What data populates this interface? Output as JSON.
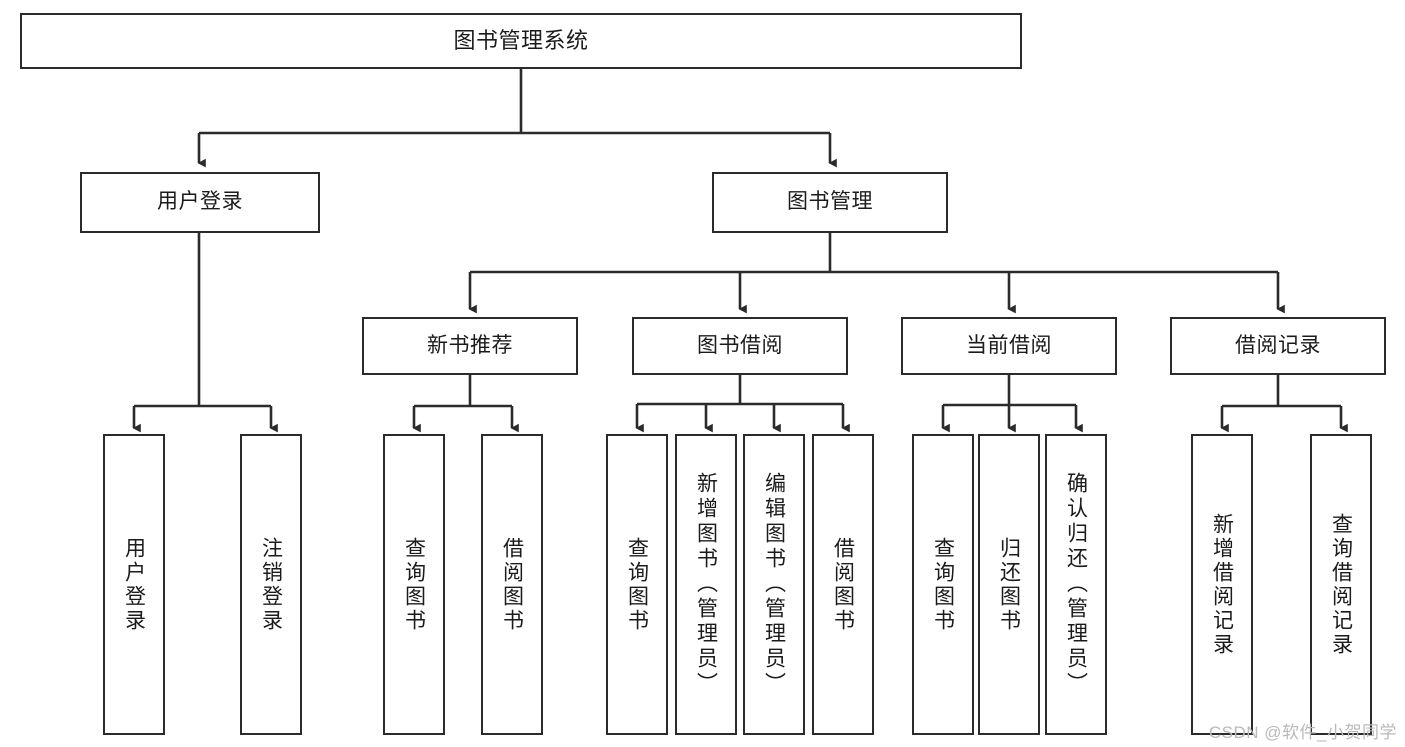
{
  "diagram": {
    "title": "图书管理系统",
    "type": "tree-hierarchy",
    "watermark": "CSDN @软件_小贺同学",
    "colors": {
      "background": "#ffffff",
      "box_border": "#2b2b2b",
      "box_fill": "#ffffff",
      "text": "#1b1b1b",
      "connector": "#2b2b2b",
      "watermark": "#b9b9b9"
    },
    "levels": {
      "root": {
        "label": "图书管理系统"
      },
      "level2": [
        {
          "label": "用户登录"
        },
        {
          "label": "图书管理"
        }
      ],
      "level3": [
        {
          "label": "新书推荐",
          "parent": "图书管理"
        },
        {
          "label": "图书借阅",
          "parent": "图书管理"
        },
        {
          "label": "当前借阅",
          "parent": "图书管理"
        },
        {
          "label": "借阅记录",
          "parent": "图书管理"
        }
      ],
      "leaves": [
        {
          "label": "用户登录",
          "parent": "用户登录"
        },
        {
          "label": "注销登录",
          "parent": "用户登录"
        },
        {
          "label": "查询图书",
          "parent": "新书推荐"
        },
        {
          "label": "借阅图书",
          "parent": "新书推荐"
        },
        {
          "label": "查询图书",
          "parent": "图书借阅"
        },
        {
          "label": "新增图书（管理员）",
          "parent": "图书借阅"
        },
        {
          "label": "编辑图书（管理员）",
          "parent": "图书借阅"
        },
        {
          "label": "借阅图书",
          "parent": "图书借阅"
        },
        {
          "label": "查询图书",
          "parent": "当前借阅"
        },
        {
          "label": "归还图书",
          "parent": "当前借阅"
        },
        {
          "label": "确认归还（管理员）",
          "parent": "当前借阅"
        },
        {
          "label": "新增借阅记录",
          "parent": "借阅记录"
        },
        {
          "label": "查询借阅记录",
          "parent": "借阅记录"
        }
      ]
    }
  }
}
